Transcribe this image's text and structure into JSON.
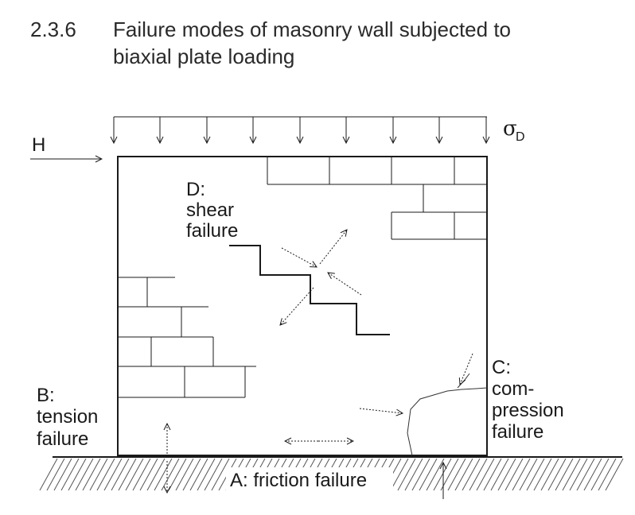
{
  "heading": {
    "number": "2.3.6",
    "line1": "Failure modes of masonry wall subjected to",
    "line2": "biaxial plate loading"
  },
  "labels": {
    "horizontal_load": "H",
    "vertical_load_symbol": "σ",
    "vertical_load_subscript": "D",
    "shear_line1": "D:",
    "shear_line2": "shear",
    "shear_line3": "failure",
    "tension_line1": "B:",
    "tension_line2": "tension",
    "tension_line3": "failure",
    "compression_line1": "C:",
    "compression_line2": "com-",
    "compression_line3": "pression",
    "compression_line4": "failure",
    "friction": "A: friction failure"
  }
}
